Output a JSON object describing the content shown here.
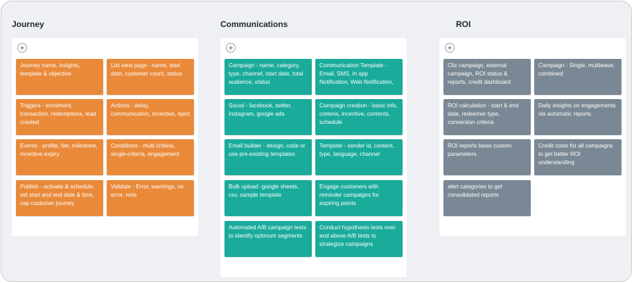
{
  "colors": {
    "journey": "#e98a3a",
    "communications": "#1aab9b",
    "roi": "#7a8794"
  },
  "columns": [
    {
      "key": "journey",
      "title": "Journey",
      "add_label": "+",
      "cards": [
        "Journey name, insights, template & objective",
        "List view page - name, start date, customer count, status",
        "Triggers - enrolment, transaction, redemptions, lead created",
        "Actions - delay, communication, incentive, eject",
        "Events - profile, tier, milestone, incentive expiry",
        "Conditions - multi criteria, single-criteria, engagement",
        "Publish - activate & schedule, set start and end date & time, cap customer journey",
        "Validate - Error, warnings, no error, note"
      ]
    },
    {
      "key": "communications",
      "title": "Communications",
      "add_label": "+",
      "cards": [
        "Campaign - name, category, type, channel, start date, total audience, status",
        "Communication Template - Email, SMS, In app Notification, Web Notification,",
        "Social - facebook, twitter, instagram, google ads",
        "Campaign creation - basic info, creteria, incentive, contents, schedule",
        "Email builder - design, code or use pre-existing templates",
        "Template - sender id, content, type, language, channel",
        "Bulk upload -google sheets, csv, sample template",
        "Engage customers with reminder campaigns for expiring points",
        "Automated A/B  campaign tests to  identify optimum segments",
        "Conduct hypothesis  tests over and above  A/B tests to strategize  campaigns"
      ]
    },
    {
      "key": "roi",
      "title": "ROI",
      "add_label": "+",
      "cards": [
        "Clix campaign, external campaign, ROI status & reports, credit dashboard",
        "Campaign - Single, multiwave, combined",
        "ROI calculation - start & end date, redeemer type, conversion criteria",
        "Daily insights  on engagements  via automatic reports",
        "ROI  reports basis custom parameters",
        "Credit  costs for all campaigns  to get better ROI understanding",
        "alert  categories to get consolidated reports"
      ]
    }
  ]
}
